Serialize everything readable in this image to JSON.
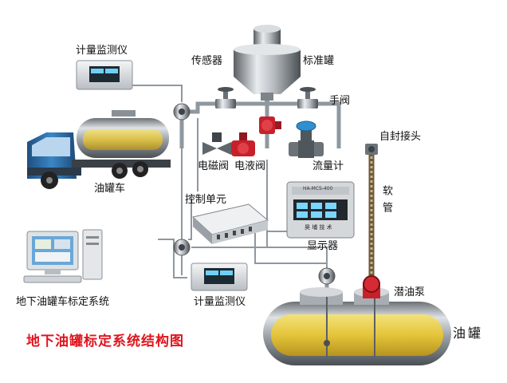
{
  "diagram": {
    "title": "地下油罐标定系统结构图",
    "labels": {
      "meter_top": "计量监测仪",
      "sensor": "传感器",
      "standard_tank": "标准罐",
      "hand_valve": "手阀",
      "self_seal_joint": "自封接头",
      "tanker_truck": "油罐车",
      "solenoid_valve": "电磁阀",
      "hydraulic_valve": "电液阀",
      "flow_meter": "流量计",
      "hose": "软管",
      "control_unit": "控制单元",
      "display": "显示器",
      "calibration_pc": "地下油罐车标定系统",
      "meter_bottom": "计量监测仪",
      "submersible_pump": "潜油泵",
      "oil_tank": "油罐"
    },
    "display_texts": {
      "device_header": "HA-MCS-400",
      "brand": "昊 埔 技 术"
    },
    "colors": {
      "title_red": "#e0141e",
      "pipe": "#8a949c",
      "oil": "#e8cf48",
      "valve_red": "#c8202a",
      "flow_meter_blue": "#2f8fcf",
      "truck_cab": "#2d6fa8"
    }
  }
}
